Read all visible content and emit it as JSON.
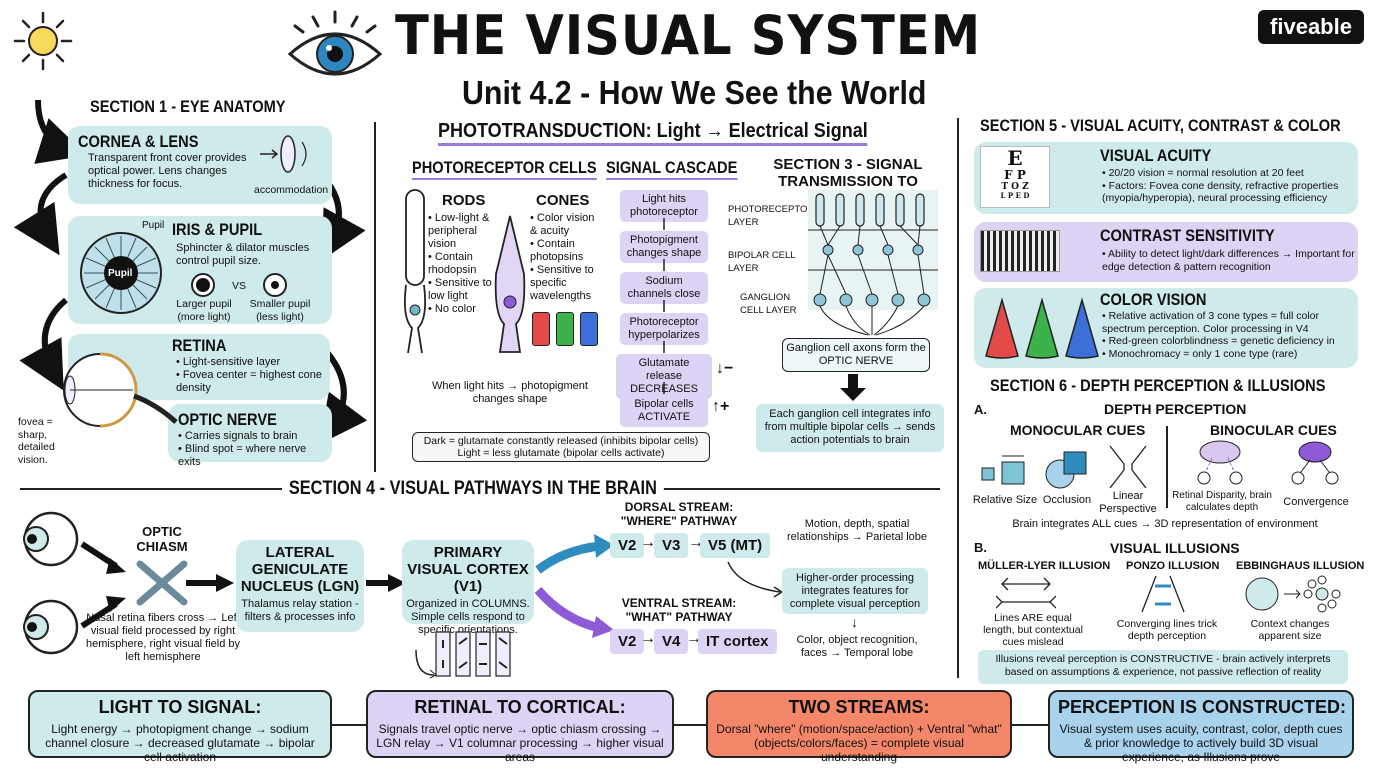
{
  "header": {
    "title": "THE VISUAL SYSTEM",
    "subtitle": "Unit 4.2 - How We See the World",
    "logo": "fiveable"
  },
  "colors": {
    "teal": "#cfeaea",
    "lavender": "#ddd3f4",
    "orange": "#f4876a",
    "blue": "#a9d3ec",
    "purple_arrow": "#8e5bd6",
    "blue_arrow": "#2f8cbf"
  },
  "section1": {
    "heading": "SECTION 1 - EYE ANATOMY",
    "cornea": {
      "title": "CORNEA & LENS",
      "text": "Transparent front cover provides optical power. Lens changes thickness for focus.",
      "label": "accommodation"
    },
    "iris": {
      "title": "IRIS & PUPIL",
      "text": "Sphincter & dilator muscles control pupil size.",
      "pupil_label": "Pupil",
      "pupil_inner": "Pupil",
      "vs": "VS",
      "larger": "Larger pupil (more light)",
      "smaller": "Smaller pupil (less light)"
    },
    "retina": {
      "title": "RETINA",
      "items": [
        "Light-sensitive layer",
        "Fovea center = highest cone density"
      ]
    },
    "optic": {
      "title": "OPTIC NERVE",
      "items": [
        "Carries signals to brain",
        "Blind spot = where nerve exits"
      ]
    },
    "fovea_note": "fovea = sharp, detailed vision."
  },
  "phototransduction": {
    "heading": "PHOTOTRANSDUCTION: Light → Electrical Signal",
    "photoreceptor_heading": "PHOTORECEPTOR CELLS",
    "rods": {
      "title": "RODS",
      "items": [
        "Low-light & peripheral vision",
        "Contain rhodopsin",
        "Sensitive to low light",
        "No color"
      ]
    },
    "cones": {
      "title": "CONES",
      "items": [
        "Color vision & acuity",
        "Contain photopsins",
        "Sensitive to specific wavelengths"
      ]
    },
    "caption": "When light hits → photopigment changes shape",
    "cascade_heading": "SIGNAL CASCADE",
    "cascade": [
      "Light hits photoreceptor",
      "Photopigment changes shape",
      "Sodium channels close",
      "Photoreceptor hyperpolarizes",
      "Glutamate release DECREASES",
      "Bipolar cells ACTIVATE"
    ],
    "note": "Dark = glutamate constantly released (inhibits bipolar cells) Light = less glutamate (bipolar cells activate)"
  },
  "section3": {
    "heading": "SECTION 3 - SIGNAL TRANSMISSION TO BRAIN",
    "layers": [
      "PHOTORECEPTOR LAYER",
      "BIPOLAR CELL LAYER",
      "GANGLION CELL LAYER"
    ],
    "optic_box": "Ganglion cell axons form the OPTIC NERVE",
    "integrate_box": "Each ganglion cell integrates info from multiple bipolar cells → sends action potentials to brain"
  },
  "section4": {
    "heading": "SECTION 4 - VISUAL PATHWAYS IN THE BRAIN",
    "chiasm": "OPTIC CHIASM",
    "chiasm_note": "Nasal retina fibers cross → Left visual field processed by right hemisphere, right visual field by left hemisphere",
    "lgn": {
      "title": "LATERAL GENICULATE NUCLEUS (LGN)",
      "text": "Thalamus relay station - filters & processes info"
    },
    "v1": {
      "title": "PRIMARY VISUAL CORTEX (V1)",
      "text": "Organized in COLUMNS. Simple cells respond to specific orientations."
    },
    "dorsal": {
      "title": "DORSAL STREAM: \"WHERE\" PATHWAY",
      "nodes": [
        "V2",
        "V3",
        "V5 (MT)"
      ],
      "note": "Motion, depth, spatial relationships → Parietal lobe"
    },
    "ventral": {
      "title": "VENTRAL STREAM: \"WHAT\" PATHWAY",
      "nodes": [
        "V2",
        "V4",
        "IT cortex"
      ],
      "note": "Color, object recognition, faces → Temporal lobe"
    },
    "higher": "Higher-order processing integrates features for complete visual perception"
  },
  "section5": {
    "heading": "SECTION 5 - VISUAL ACUITY, CONTRAST & COLOR",
    "acuity": {
      "title": "VISUAL ACUITY",
      "items": [
        "20/20 vision = normal resolution at 20 feet",
        "Factors: Fovea cone density, refractive properties (myopia/hyperopia), neural processing efficiency"
      ],
      "chart": [
        "E",
        "F P",
        "T O Z",
        "L P E D"
      ]
    },
    "contrast": {
      "title": "CONTRAST SENSITIVITY",
      "items": [
        "Ability to detect light/dark differences → Important for edge detection & pattern recognition"
      ]
    },
    "color": {
      "title": "COLOR VISION",
      "items": [
        "Relative activation of 3 cone types = full color spectrum perception. Color processing in V4",
        "Red-green colorblindness = genetic deficiency in",
        "Monochromacy = only 1 cone type (rare)"
      ]
    }
  },
  "section6": {
    "heading": "SECTION 6 - DEPTH PERCEPTION & ILLUSIONS",
    "a": "A.",
    "depth_title": "DEPTH PERCEPTION",
    "monocular": "MONOCULAR CUES",
    "binocular": "BINOCULAR CUES",
    "cues": [
      "Relative Size",
      "Occlusion",
      "Linear Perspective",
      "Retinal Disparity, brain calculates depth",
      "Convergence"
    ],
    "integrates": "Brain integrates ALL cues → 3D representation of environment",
    "b": "B.",
    "illusions_title": "VISUAL ILLUSIONS",
    "muller": {
      "title": "MÜLLER-LYER ILLUSION",
      "text": "Lines ARE equal length, but contextual cues mislead perception"
    },
    "ponzo": {
      "title": "PONZO ILLUSION",
      "text": "Converging lines trick depth perception"
    },
    "ebbinghaus": {
      "title": "EBBINGHAUS ILLUSION",
      "text": "Context changes apparent size"
    },
    "constructive": "Illusions reveal perception is CONSTRUCTIVE - brain actively interprets based on assumptions & experience, not passive reflection of reality"
  },
  "summary": [
    {
      "title": "LIGHT TO SIGNAL:",
      "text": "Light energy → photopigment change → sodium channel closure → decreased glutamate → bipolar cell activation"
    },
    {
      "title": "RETINAL TO CORTICAL:",
      "text": "Signals travel optic nerve → optic chiasm crossing → LGN relay → V1 columnar processing → higher visual areas"
    },
    {
      "title": "TWO STREAMS:",
      "text": "Dorsal \"where\" (motion/space/action) + Ventral \"what\" (objects/colors/faces) = complete visual understanding"
    },
    {
      "title": "PERCEPTION IS CONSTRUCTED:",
      "text": "Visual system uses acuity, contrast, color, depth cues & prior knowledge to actively build 3D visual experience, as Illusions prove"
    }
  ]
}
